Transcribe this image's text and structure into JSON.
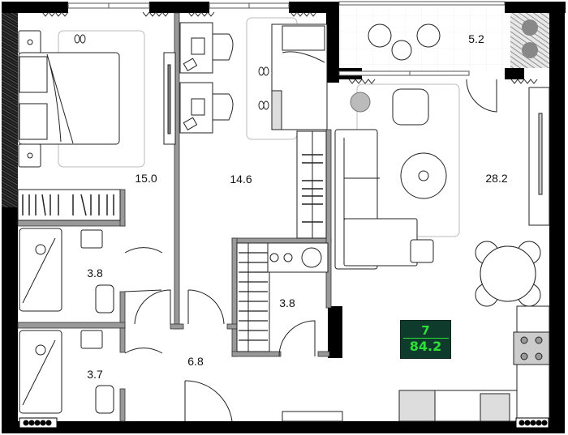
{
  "plan": {
    "type": "apartment floor plan",
    "colors": {
      "exterior_wall": "#000000",
      "interior_wall": "#999999",
      "furniture_line": "#222222",
      "rug": "#cccccc",
      "badge_bg": "#0f3b2c",
      "badge_text": "#2fe03a"
    },
    "rooms": [
      {
        "id": "bedroom-1",
        "area": "15.0"
      },
      {
        "id": "bedroom-2",
        "area": "14.6"
      },
      {
        "id": "balcony",
        "area": "5.2"
      },
      {
        "id": "living-kitchen",
        "area": "28.2"
      },
      {
        "id": "bathroom-1",
        "area": "3.8"
      },
      {
        "id": "bathroom-2",
        "area": "3.7"
      },
      {
        "id": "laundry-storage",
        "area": "3.8"
      },
      {
        "id": "hallway",
        "area": "6.8"
      }
    ],
    "summary": {
      "rooms": "7",
      "total_area": "84.2"
    }
  }
}
